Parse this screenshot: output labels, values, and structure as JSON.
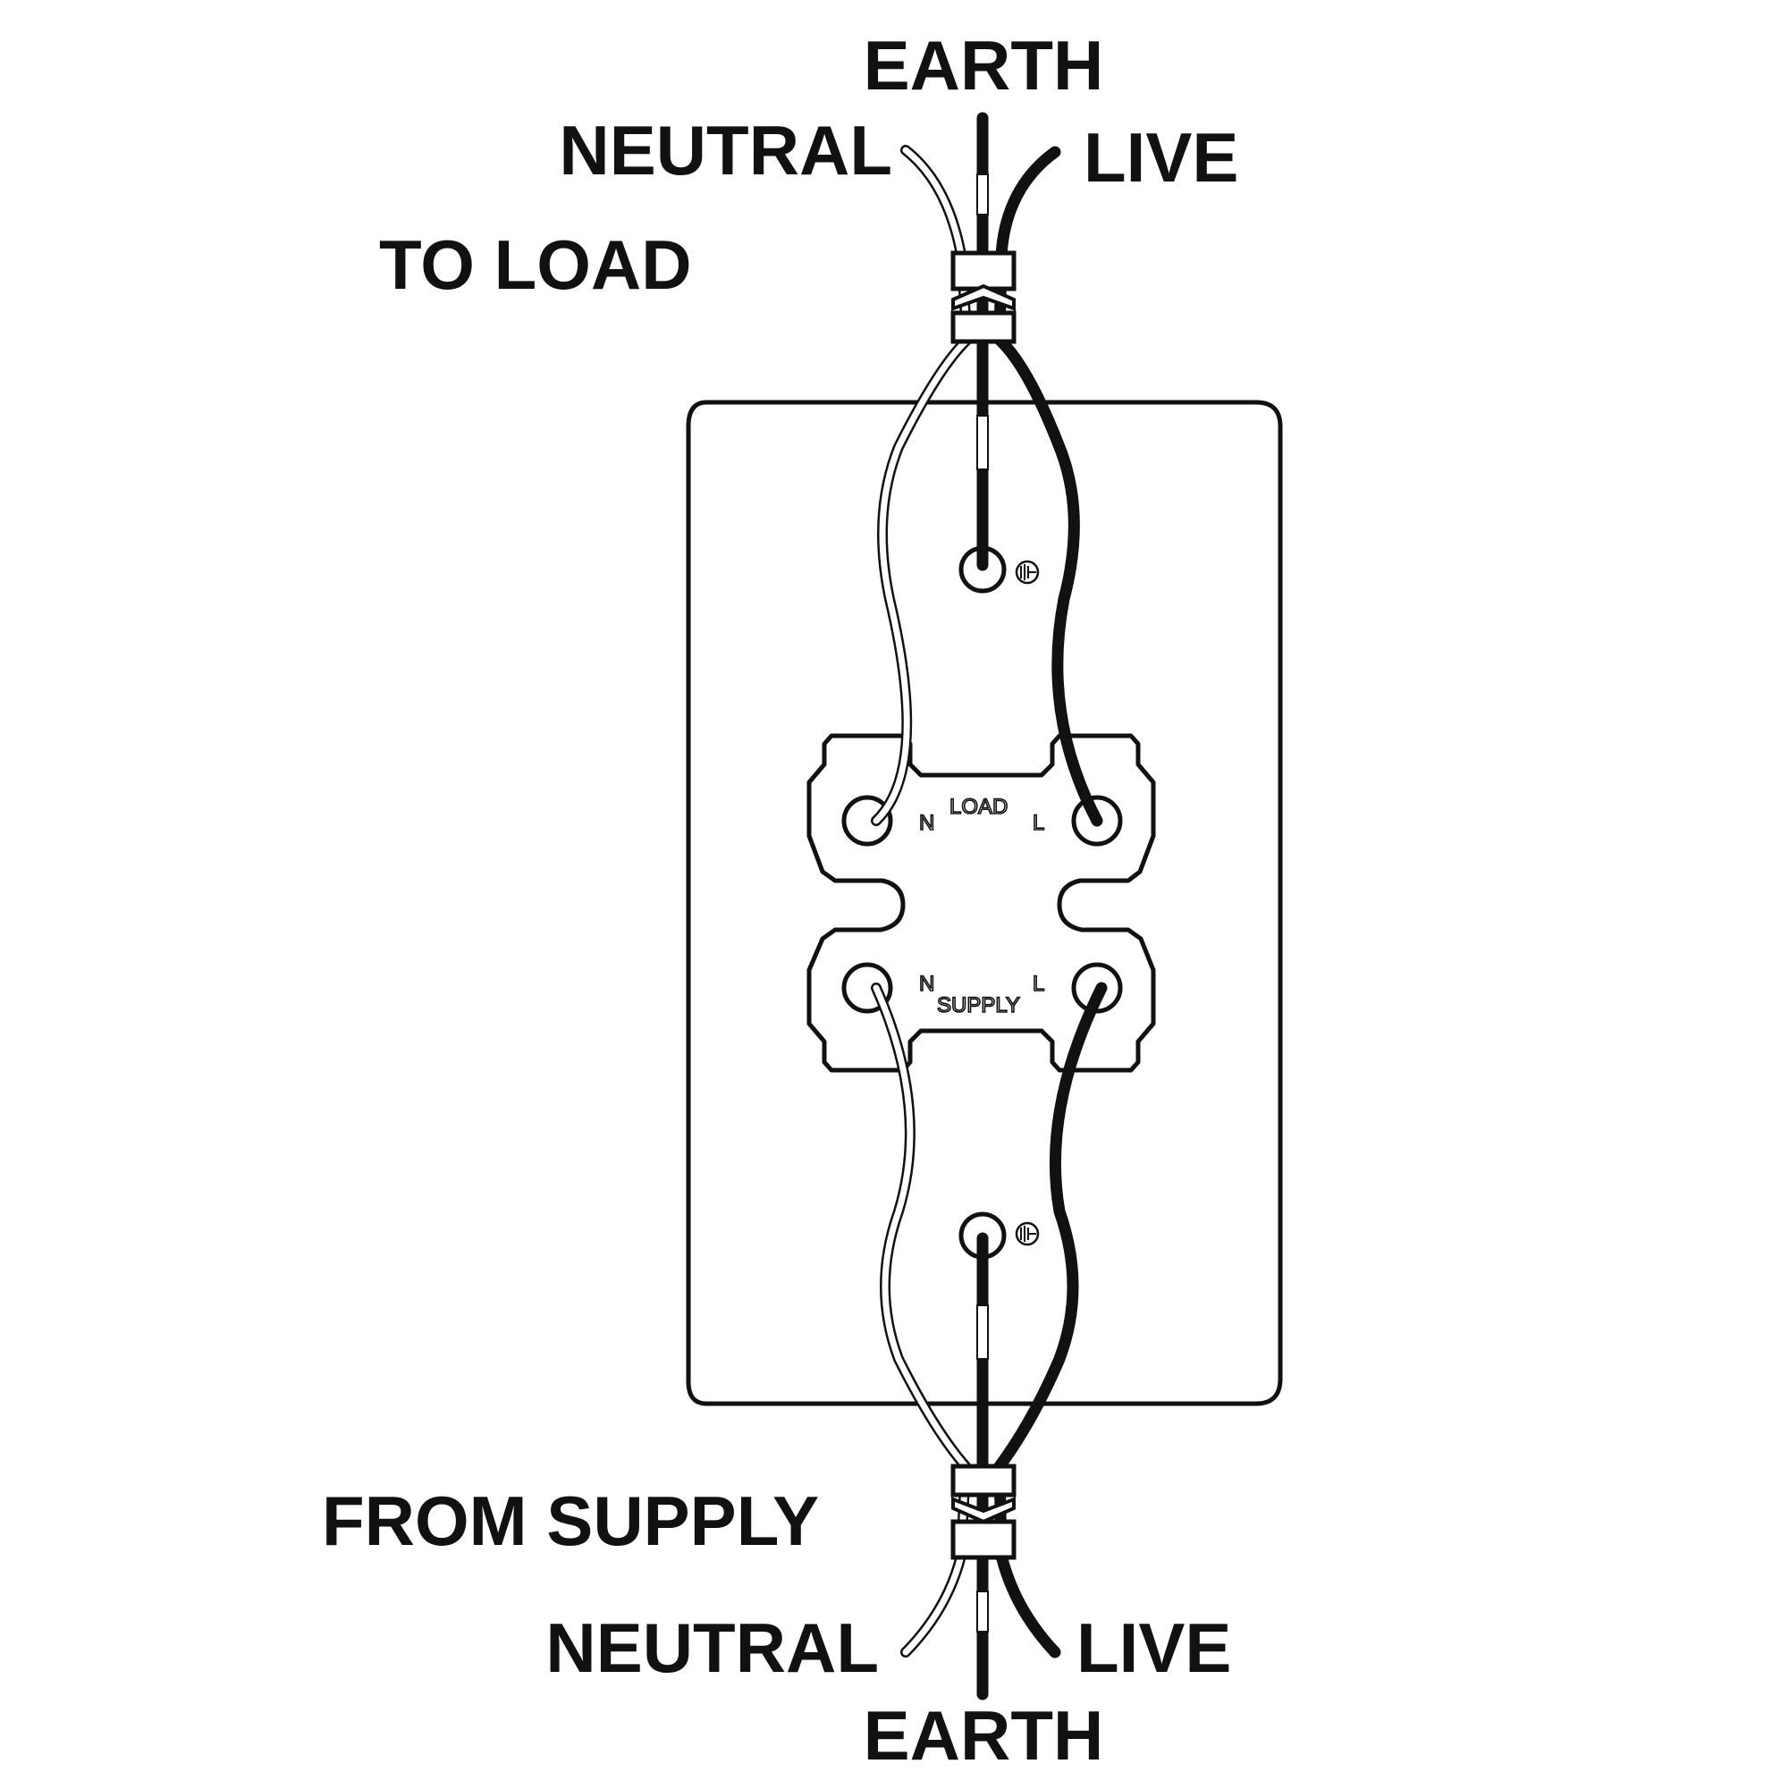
{
  "labels": {
    "top_earth": "EARTH",
    "top_neutral": "NEUTRAL",
    "top_live": "LIVE",
    "to_load": "TO LOAD",
    "from_supply": "FROM SUPPLY",
    "bottom_neutral": "NEUTRAL",
    "bottom_live": "LIVE",
    "bottom_earth": "EARTH"
  },
  "terminal_block": {
    "load_label": "LOAD",
    "supply_label": "SUPPLY",
    "load_n": "N",
    "load_l": "L",
    "supply_n": "N",
    "supply_l": "L"
  },
  "icons": {
    "earth_symbol": "earth-ground-icon"
  },
  "colors": {
    "line": "#111111",
    "background": "#ffffff"
  }
}
